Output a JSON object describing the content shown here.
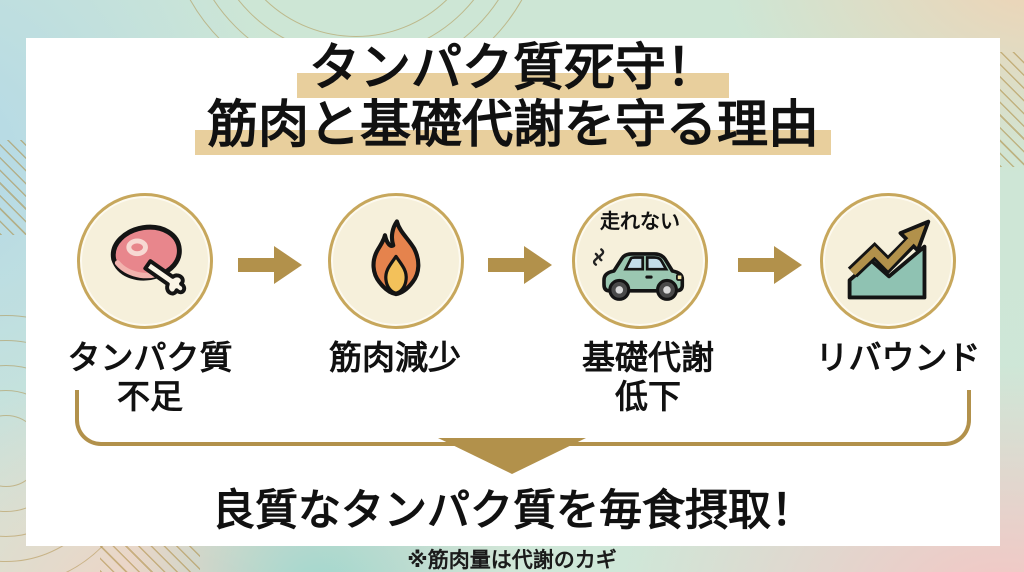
{
  "title": {
    "line1": "タンパク質死守！",
    "line2": "筋肉と基礎代謝を守る理由"
  },
  "flow": {
    "steps": [
      {
        "icon": "meat-icon",
        "label_line1": "タンパク質",
        "label_line2": "不足"
      },
      {
        "icon": "flame-icon",
        "label_line1": "筋肉減少",
        "label_line2": ""
      },
      {
        "icon": "stalled-car-icon",
        "badge": "走れない",
        "label_line1": "基礎代謝",
        "label_line2": "低下"
      },
      {
        "icon": "rebound-chart-icon",
        "label_line1": "リバウンド",
        "label_line2": ""
      }
    ]
  },
  "conclusion": {
    "text": "良質なタンパク質を毎食摂取！"
  },
  "footnote": {
    "text": "※筋肉量は代謝のカギ"
  },
  "colors": {
    "accent_gold": "#B2914B",
    "highlight_tan": "#E8CF9D",
    "circle_fill": "#F6F0DB",
    "circle_border": "#C7A75C",
    "card_background": "#FFFFFF"
  }
}
